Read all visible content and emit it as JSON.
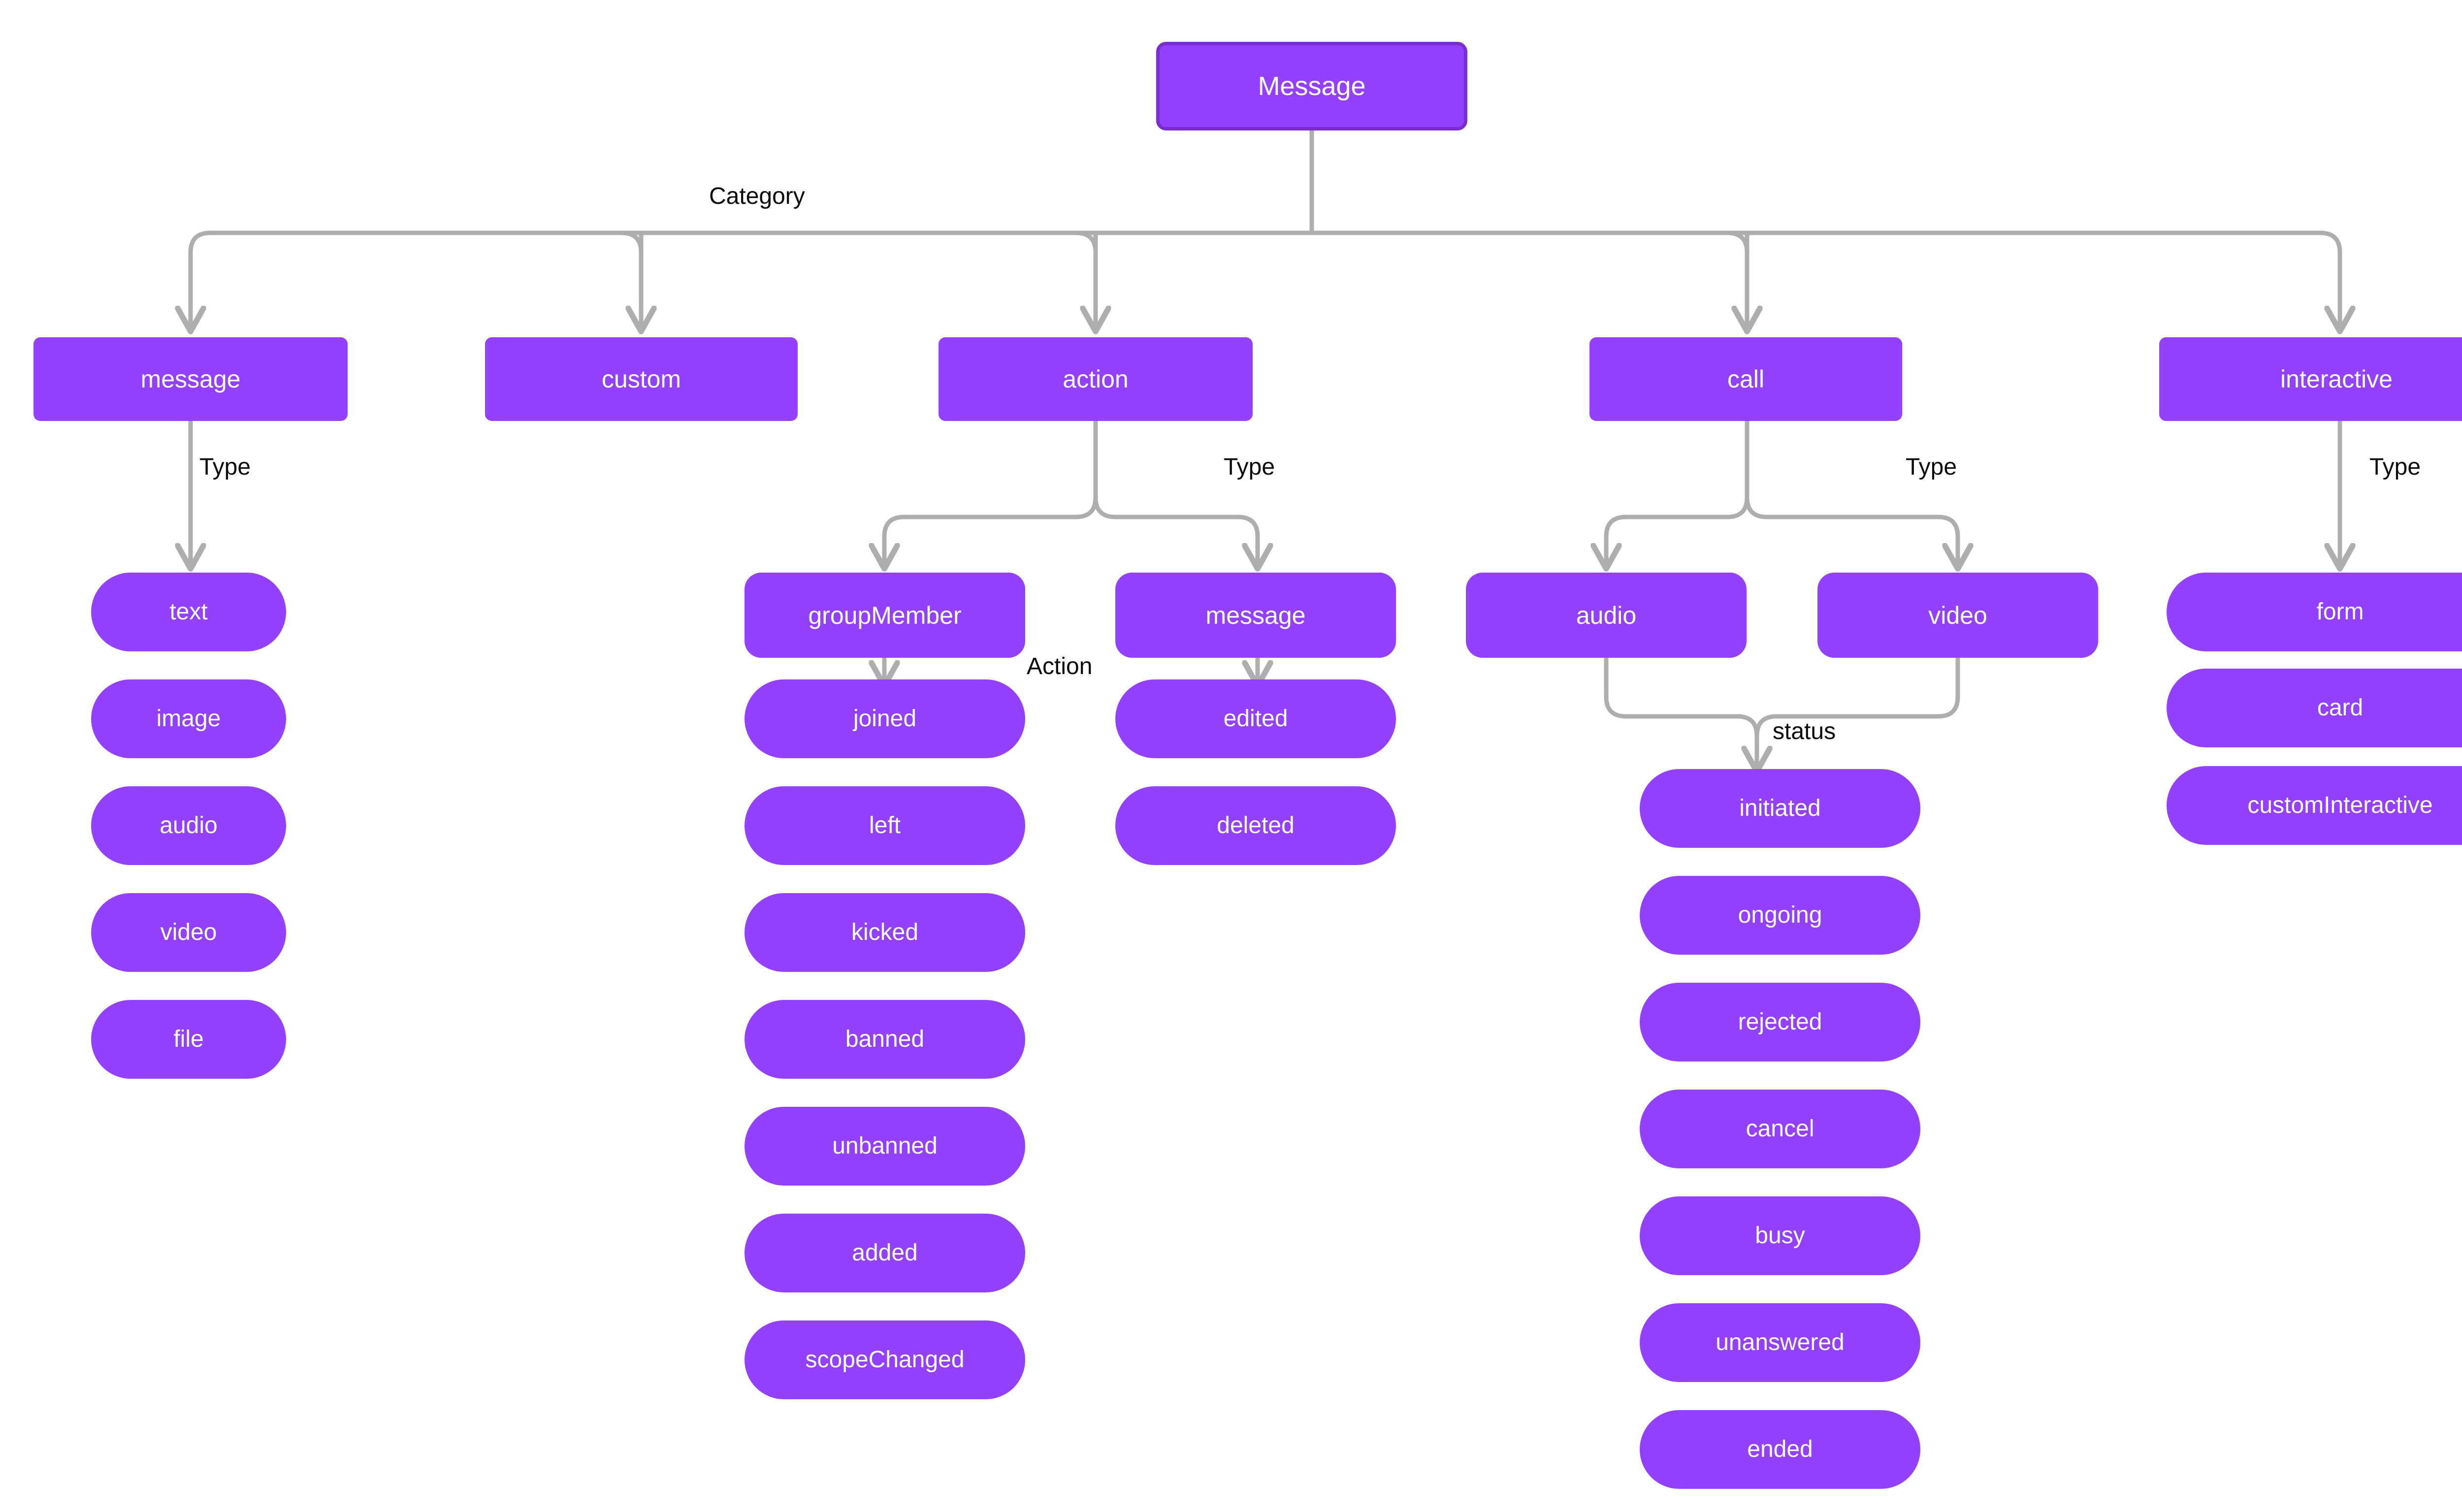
{
  "diagram": {
    "title": "Message",
    "background": "#ffffff",
    "node_fill": "#9340FF",
    "node_border": "#7B2ED0",
    "node_text": "#ffffff",
    "edge_color": "#aeaeae",
    "label_color": "#0b0b0b"
  },
  "root": {
    "label": "Message"
  },
  "edge_labels": {
    "category": "Category",
    "type_message": "Type",
    "type_action": "Type",
    "type_call": "Type",
    "type_interactive": "Type",
    "action": "Action",
    "status": "status"
  },
  "categories": [
    {
      "id": "message",
      "label": "message"
    },
    {
      "id": "custom",
      "label": "custom"
    },
    {
      "id": "action",
      "label": "action"
    },
    {
      "id": "call",
      "label": "call"
    },
    {
      "id": "interactive",
      "label": "interactive"
    }
  ],
  "message_types": [
    {
      "label": "text"
    },
    {
      "label": "image"
    },
    {
      "label": "audio"
    },
    {
      "label": "video"
    },
    {
      "label": "file"
    }
  ],
  "action_types": [
    {
      "label": "groupMember"
    },
    {
      "label": "message"
    }
  ],
  "group_member_actions": [
    {
      "label": "joined"
    },
    {
      "label": "left"
    },
    {
      "label": "kicked"
    },
    {
      "label": "banned"
    },
    {
      "label": "unbanned"
    },
    {
      "label": "added"
    },
    {
      "label": "scopeChanged"
    }
  ],
  "message_actions": [
    {
      "label": "edited"
    },
    {
      "label": "deleted"
    }
  ],
  "call_types": [
    {
      "label": "audio"
    },
    {
      "label": "video"
    }
  ],
  "call_statuses": [
    {
      "label": "initiated"
    },
    {
      "label": "ongoing"
    },
    {
      "label": "rejected"
    },
    {
      "label": "cancel"
    },
    {
      "label": "busy"
    },
    {
      "label": "unanswered"
    },
    {
      "label": "ended"
    }
  ],
  "interactive_types": [
    {
      "label": "form"
    },
    {
      "label": "card"
    },
    {
      "label": "customInteractive"
    }
  ]
}
